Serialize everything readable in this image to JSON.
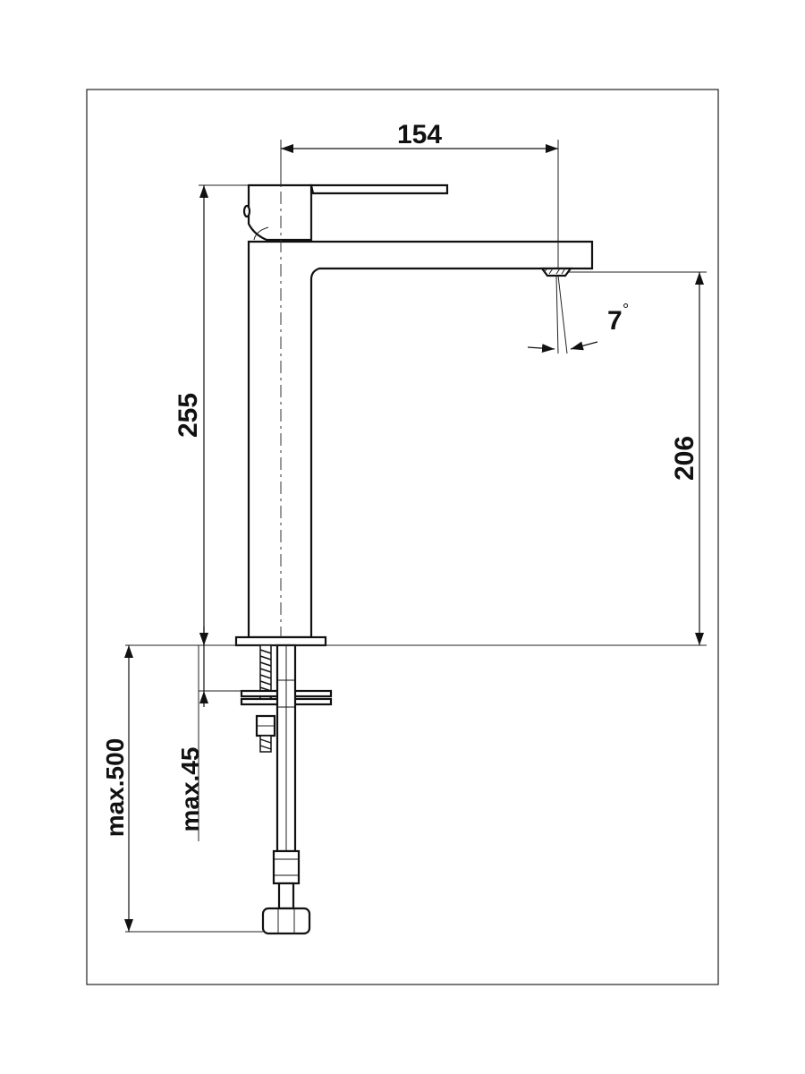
{
  "dimensions": {
    "spout_reach": "154",
    "overall_height": "255",
    "outlet_height": "206",
    "spout_angle": "7",
    "angle_unit": "°",
    "hose_length": "max.500",
    "deck_thickness": "max.45"
  }
}
